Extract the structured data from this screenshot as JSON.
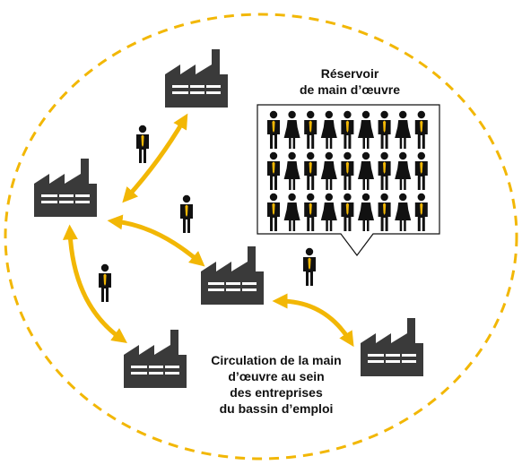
{
  "labels": {
    "reservoir": [
      "Réservoir",
      "de main d’œuvre"
    ],
    "circulation": [
      "Circulation de la main",
      "d’œuvre au sein",
      "des entreprises",
      "du bassin d’emploi"
    ]
  },
  "colors": {
    "accent": "#F2B705",
    "factory": "#3a3a3a",
    "person": "#111111",
    "tie": "#F2B705",
    "background": "#ffffff"
  },
  "icons": {
    "factory": "factory-icon",
    "worker": "worker-icon",
    "arrow": "double-arrow"
  },
  "reservoir": {
    "rows": 3,
    "columns": 9,
    "pattern": [
      "man",
      "woman",
      "man",
      "woman",
      "man",
      "woman",
      "man",
      "woman",
      "man"
    ]
  }
}
